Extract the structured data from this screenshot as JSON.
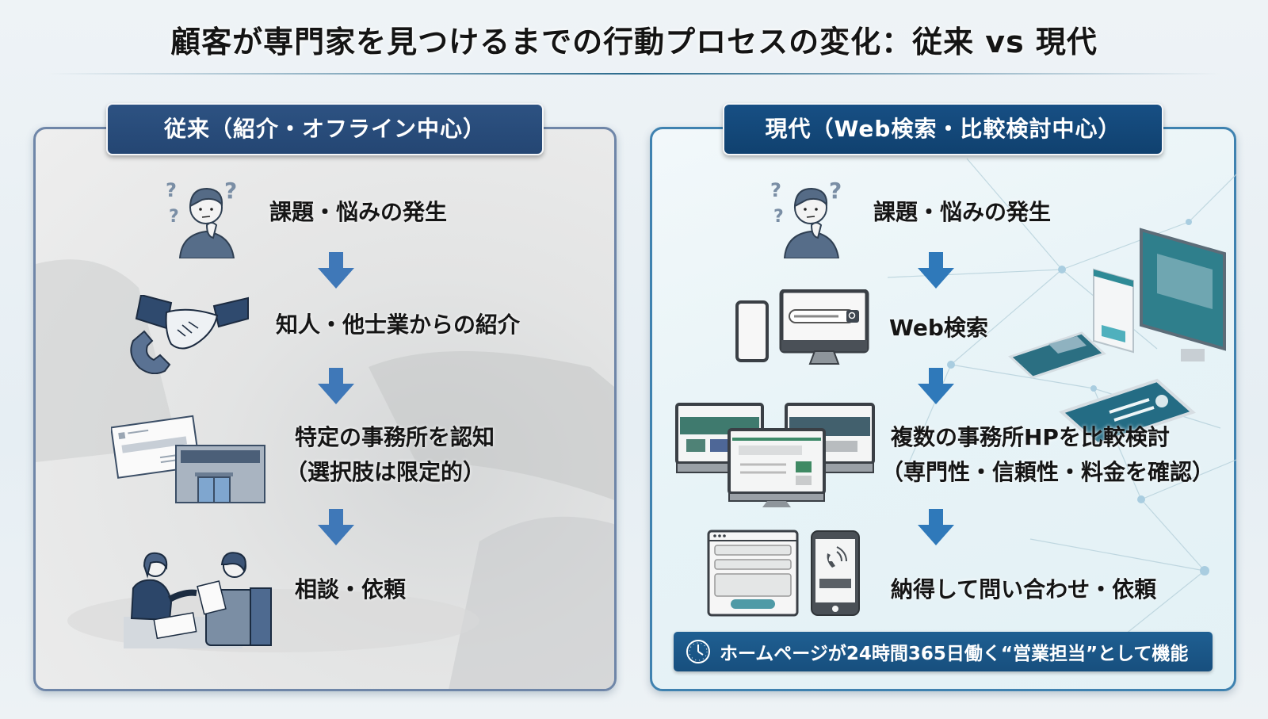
{
  "title": "顧客が専門家を見つけるまでの行動プロセスの変化：従来 vs 現代",
  "panels": {
    "traditional": {
      "header": "従来（紹介・オフライン中心）",
      "steps": [
        {
          "label": "課題・悩みの発生",
          "icon": "confused-person-icon"
        },
        {
          "label": "知人・他士業からの紹介",
          "icon": "handshake-phone-icon"
        },
        {
          "label": "特定の事務所を認知",
          "sublabel": "（選択肢は限定的）",
          "icon": "business-card-office-icon"
        },
        {
          "label": "相談・依頼",
          "icon": "consultation-meeting-icon"
        }
      ]
    },
    "modern": {
      "header": "現代（Web検索・比較検討中心）",
      "steps": [
        {
          "label": "課題・悩みの発生",
          "icon": "confused-person-icon"
        },
        {
          "label": "Web検索",
          "icon": "phone-monitor-search-icon"
        },
        {
          "label": "複数の事務所HPを比較検討",
          "sublabel": "（専門性・信頼性・料金を確認）",
          "icon": "multiple-monitors-icon"
        },
        {
          "label": "納得して問い合わせ・依頼",
          "icon": "contact-form-phone-icon"
        }
      ],
      "banner": "ホームページが24時間365日働く“営業担当”として機能",
      "banner_icon": "clock-icon"
    }
  },
  "colors": {
    "header_traditional": "#2d5282",
    "header_modern": "#174f84",
    "arrow": "#3f78b8",
    "banner": "#1f5f92",
    "panel_border_traditional": "#6f86a8",
    "panel_border_modern": "#3f82b0"
  }
}
